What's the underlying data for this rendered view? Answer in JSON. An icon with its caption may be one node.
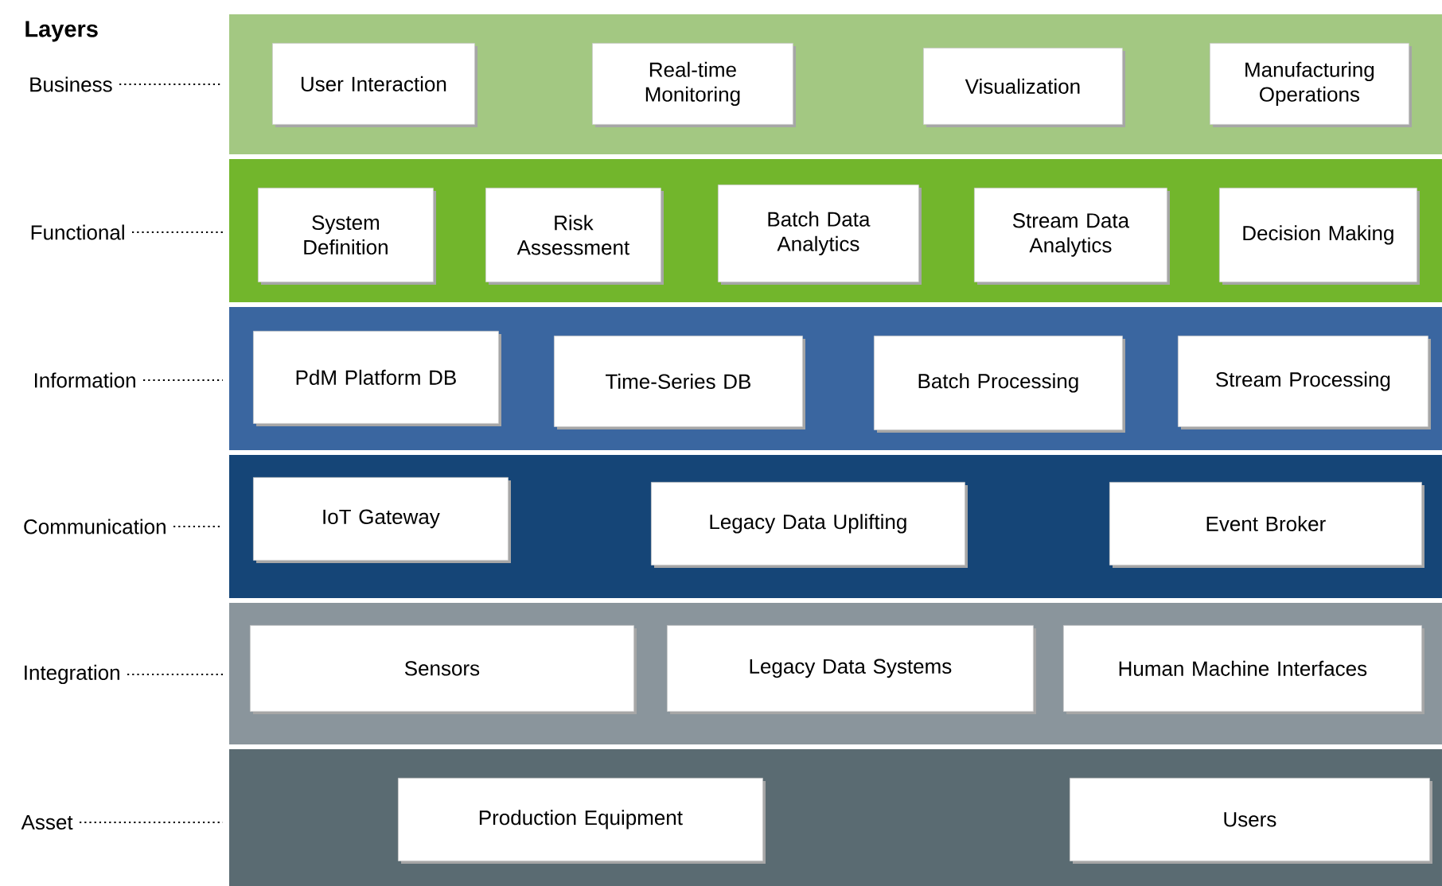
{
  "diagram": {
    "title": "Layers",
    "nodes": [
      {
        "text": [
          "Business"
        ]
      },
      {
        "text": [],
        "shape": "band"
      },
      {
        "text": [
          "User Interaction"
        ],
        "in": 1
      },
      {
        "text": [
          "Real-time Monitoring"
        ],
        "in": 1
      },
      {
        "text": [
          "Visualization"
        ],
        "in": 1
      },
      {
        "text": [
          "Manufacturing Operations"
        ],
        "in": 1
      },
      {
        "text": [
          "Functional"
        ]
      },
      {
        "text": [],
        "shape": "band"
      },
      {
        "text": [
          "System Definition"
        ],
        "in": 7
      },
      {
        "text": [
          "Risk Assessment"
        ],
        "in": 7
      },
      {
        "text": [
          "Batch Data Analytics"
        ],
        "in": 7
      },
      {
        "text": [
          "Stream Data Analytics"
        ],
        "in": 7
      },
      {
        "text": [
          "Decision Making"
        ],
        "in": 7
      },
      {
        "text": [
          "Information"
        ]
      },
      {
        "text": [],
        "shape": "band"
      },
      {
        "text": [
          "PdM Platform DB"
        ],
        "in": 14
      },
      {
        "text": [
          "Time-Series DB"
        ],
        "in": 14
      },
      {
        "text": [
          "Batch Processing"
        ],
        "in": 14
      },
      {
        "text": [
          "Stream Processing"
        ],
        "in": 14
      },
      {
        "text": [
          "Communication"
        ]
      },
      {
        "text": [],
        "shape": "band"
      },
      {
        "text": [
          "IoT Gateway"
        ],
        "in": 20
      },
      {
        "text": [
          "Legacy Data Uplifting"
        ],
        "in": 20
      },
      {
        "text": [
          "Event Broker"
        ],
        "in": 20
      },
      {
        "text": [
          "Integration"
        ]
      },
      {
        "text": [],
        "shape": "band"
      },
      {
        "text": [
          "Sensors"
        ],
        "in": 25
      },
      {
        "text": [
          "Legacy Data Systems"
        ],
        "in": 25
      },
      {
        "text": [
          "Human Machine Interfaces"
        ],
        "in": 25
      },
      {
        "text": [
          "Asset"
        ]
      },
      {
        "text": [],
        "shape": "band"
      },
      {
        "text": [
          "Production Equipment"
        ],
        "in": 30
      },
      {
        "text": [
          "Users"
        ],
        "in": 30
      }
    ],
    "edges": [
      {
        "from": 0,
        "to": 1,
        "arrow": "none",
        "style": "dashed"
      },
      {
        "from": 6,
        "to": 7,
        "arrow": "none",
        "style": "dashed"
      },
      {
        "from": 13,
        "to": 14,
        "arrow": "none",
        "style": "dashed"
      },
      {
        "from": 19,
        "to": 20,
        "arrow": "none",
        "style": "dashed"
      },
      {
        "from": 24,
        "to": 25,
        "arrow": "none",
        "style": "dashed"
      },
      {
        "from": 29,
        "to": 30,
        "arrow": "none",
        "style": "dashed"
      }
    ]
  }
}
